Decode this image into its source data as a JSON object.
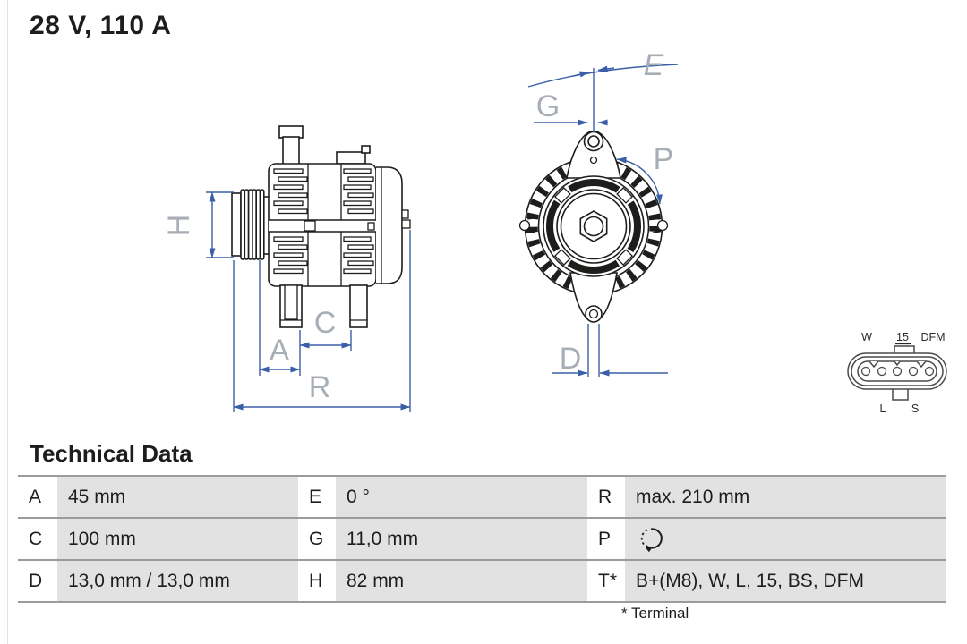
{
  "title": "28 V, 110 A",
  "drawing": {
    "dimension_labels": {
      "H": "H",
      "A": "A",
      "C": "C",
      "R": "R",
      "E": "E",
      "G": "G",
      "P": "P",
      "D": "D"
    },
    "connector_labels": {
      "top_left": "W",
      "top_center": "15",
      "top_right": "DFM",
      "bottom_left": "L",
      "bottom_right": "S"
    },
    "colors": {
      "outline_black": "#1d1d1b",
      "dimension_blue": "#3b5ea8",
      "label_gray": "#a8aeb6",
      "connector_gray": "#4a4a4a"
    }
  },
  "technical_data": {
    "heading": "Technical Data",
    "rows": [
      [
        {
          "key": "A",
          "value": "45 mm"
        },
        {
          "key": "E",
          "value": "0 °"
        },
        {
          "key": "R",
          "value": "max. 210 mm"
        }
      ],
      [
        {
          "key": "C",
          "value": "100 mm"
        },
        {
          "key": "G",
          "value": "11,0 mm"
        },
        {
          "key": "P",
          "value": "",
          "icon": "rotation-direction-icon"
        }
      ],
      [
        {
          "key": "D",
          "value": "13,0 mm / 13,0 mm"
        },
        {
          "key": "H",
          "value": "82 mm"
        },
        {
          "key": "T*",
          "value": "B+(M8), W, L, 15, BS, DFM"
        }
      ]
    ],
    "footnote": "* Terminal",
    "colors": {
      "cell_gray": "#e2e2e2",
      "border_gray": "#9b9b9b"
    }
  }
}
